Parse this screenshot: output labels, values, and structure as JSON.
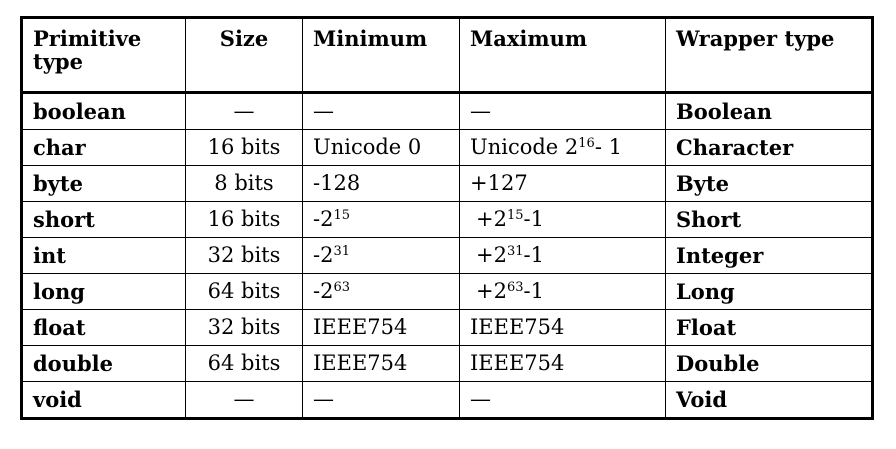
{
  "headers": {
    "primitive": "Primitive type",
    "size": "Size",
    "minimum": "Minimum",
    "maximum": "Maximum",
    "wrapper": "Wrapper type"
  },
  "rows": [
    {
      "primitive": "boolean",
      "size": "—",
      "min_base": "—",
      "min_exp": "",
      "min_tail": "",
      "max_base": "—",
      "max_exp": "",
      "max_tail": "",
      "wrapper": "Boolean"
    },
    {
      "primitive": "char",
      "size": "16 bits",
      "min_base": "Unicode 0",
      "min_exp": "",
      "min_tail": "",
      "max_base": "Unicode 2",
      "max_exp": "16",
      "max_tail": "- 1",
      "wrapper": "Character"
    },
    {
      "primitive": "byte",
      "size": "8 bits",
      "min_base": "-128",
      "min_exp": "",
      "min_tail": "",
      "max_base": "+127",
      "max_exp": "",
      "max_tail": "",
      "wrapper": "Byte"
    },
    {
      "primitive": "short",
      "size": "16 bits",
      "min_base": "-2",
      "min_exp": "15",
      "min_tail": "",
      "max_base": "+2",
      "max_exp": "15",
      "max_tail": "-1",
      "wrapper": "Short"
    },
    {
      "primitive": "int",
      "size": "32 bits",
      "min_base": "-2",
      "min_exp": "31",
      "min_tail": "",
      "max_base": "+2",
      "max_exp": "31",
      "max_tail": "-1",
      "wrapper": "Integer"
    },
    {
      "primitive": "long",
      "size": "64 bits",
      "min_base": "-2",
      "min_exp": "63",
      "min_tail": "",
      "max_base": "+2",
      "max_exp": "63",
      "max_tail": "-1",
      "wrapper": "Long"
    },
    {
      "primitive": "float",
      "size": "32 bits",
      "min_base": "IEEE754",
      "min_exp": "",
      "min_tail": "",
      "max_base": "IEEE754",
      "max_exp": "",
      "max_tail": "",
      "wrapper": "Float"
    },
    {
      "primitive": "double",
      "size": "64 bits",
      "min_base": "IEEE754",
      "min_exp": "",
      "min_tail": "",
      "max_base": "IEEE754",
      "max_exp": "",
      "max_tail": "",
      "wrapper": "Double"
    },
    {
      "primitive": "void",
      "size": "—",
      "min_base": "—",
      "min_exp": "",
      "min_tail": "",
      "max_base": "—",
      "max_exp": "",
      "max_tail": "",
      "wrapper": "Void"
    }
  ]
}
